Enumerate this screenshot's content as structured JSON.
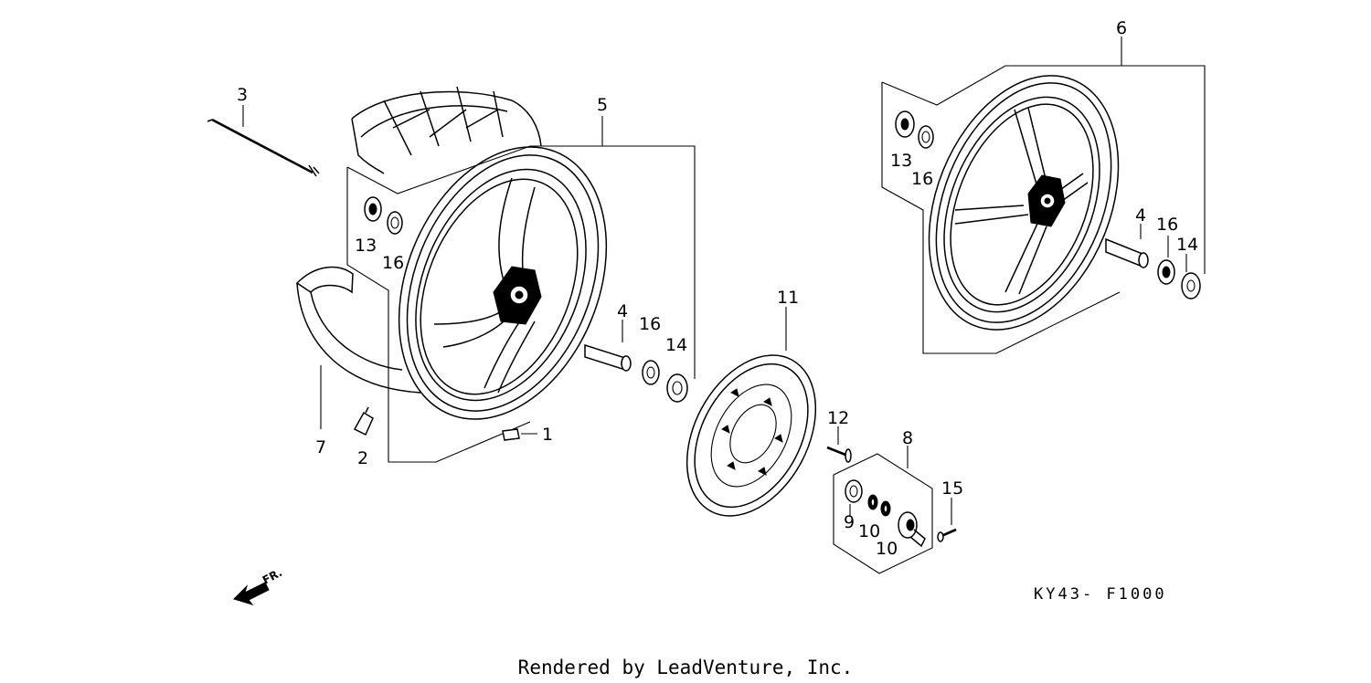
{
  "parts": [
    {
      "id": "label-1",
      "number": "1"
    },
    {
      "id": "label-2",
      "number": "2"
    },
    {
      "id": "label-3",
      "number": "3"
    },
    {
      "id": "label-4a",
      "number": "4"
    },
    {
      "id": "label-4b",
      "number": "4"
    },
    {
      "id": "label-5",
      "number": "5"
    },
    {
      "id": "label-6",
      "number": "6"
    },
    {
      "id": "label-7",
      "number": "7"
    },
    {
      "id": "label-8",
      "number": "8"
    },
    {
      "id": "label-9",
      "number": "9"
    },
    {
      "id": "label-10a",
      "number": "10"
    },
    {
      "id": "label-10b",
      "number": "10"
    },
    {
      "id": "label-11",
      "number": "11"
    },
    {
      "id": "label-12",
      "number": "12"
    },
    {
      "id": "label-13a",
      "number": "13"
    },
    {
      "id": "label-13b",
      "number": "13"
    },
    {
      "id": "label-14a",
      "number": "14"
    },
    {
      "id": "label-14b",
      "number": "14"
    },
    {
      "id": "label-15",
      "number": "15"
    },
    {
      "id": "label-16a",
      "number": "16"
    },
    {
      "id": "label-16b",
      "number": "16"
    },
    {
      "id": "label-16c",
      "number": "16"
    }
  ],
  "diagram_code": "KY43- F1000",
  "direction_label": "FR.",
  "credit": "Rendered by LeadVenture, Inc.",
  "icons": [
    "front-direction-arrow-icon"
  ]
}
